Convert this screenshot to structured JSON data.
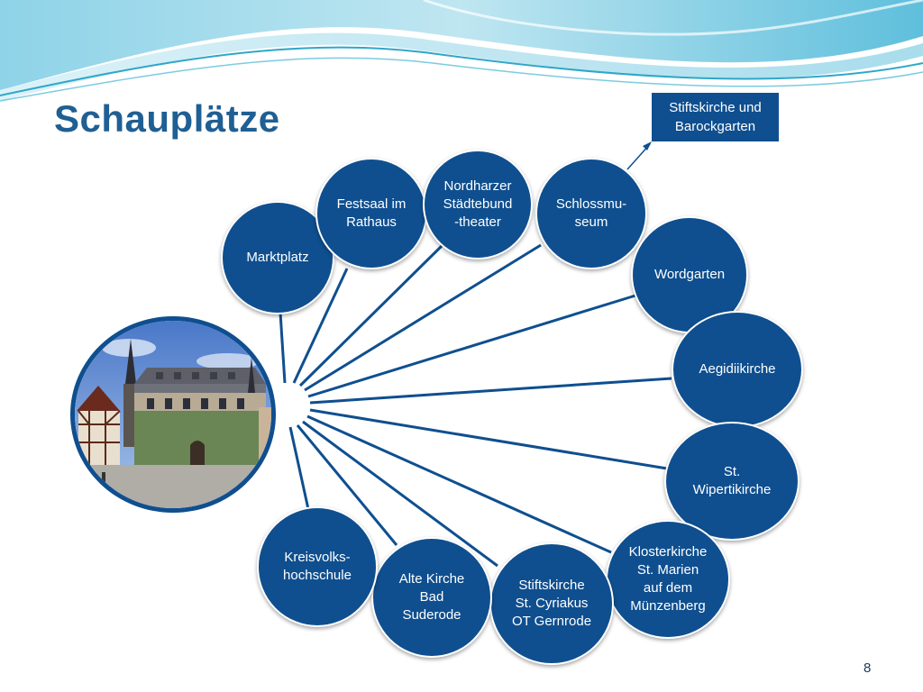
{
  "slide": {
    "title": "Schauplätze",
    "page_number": "8"
  },
  "colors": {
    "node_fill": "#0f4f8f",
    "title": "#1f5f93",
    "connector": "#0f4f8f"
  },
  "callout": {
    "label": "Stiftskirche und\nBarockgarten"
  },
  "locations": [
    {
      "id": "marktplatz",
      "label": "Marktplatz"
    },
    {
      "id": "festsaal",
      "label": "Festsaal im\nRathaus"
    },
    {
      "id": "theater",
      "label": "Nordharzer\nStädtebund\n-theater"
    },
    {
      "id": "schlossmuseum",
      "label": "Schlossmu-\nseum"
    },
    {
      "id": "wordgarten",
      "label": "Wordgarten"
    },
    {
      "id": "aegidiikirche",
      "label": "Aegidiikirche"
    },
    {
      "id": "wipertikirche",
      "label": "St.\nWipertikirche"
    },
    {
      "id": "klosterkirche",
      "label": "Klosterkirche\nSt. Marien\nauf dem\nMünzenberg"
    },
    {
      "id": "cyriakus",
      "label": "Stiftskirche\nSt. Cyriakus\nOT Gernrode"
    },
    {
      "id": "alte-kirche",
      "label": "Alte Kirche\nBad\nSuderode"
    },
    {
      "id": "kreisvolkshochschule",
      "label": "Kreisvolks-\nhochschule"
    }
  ]
}
